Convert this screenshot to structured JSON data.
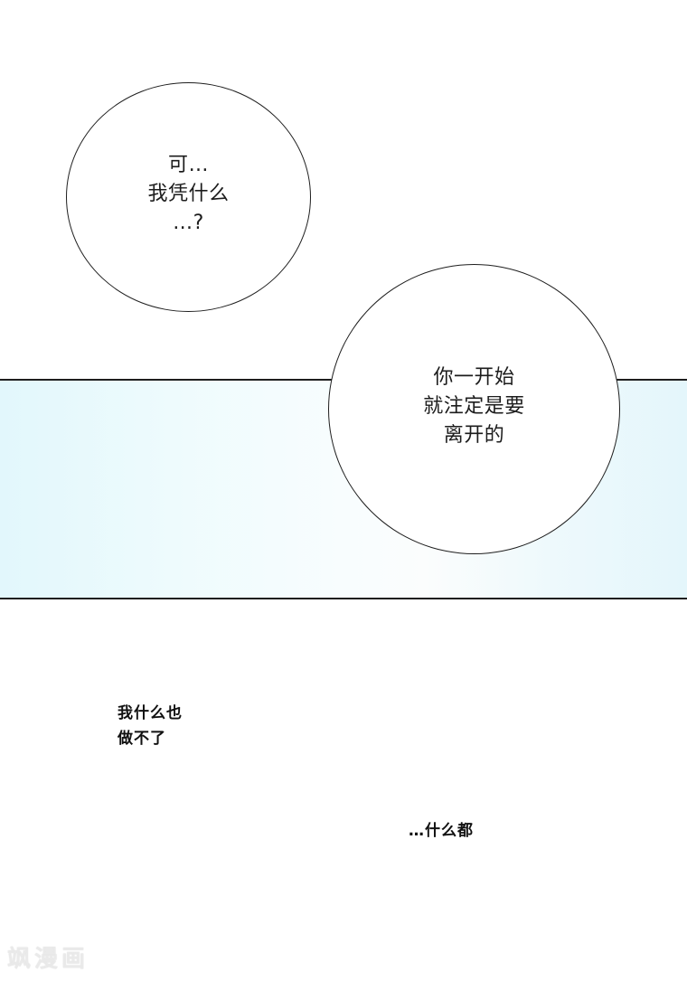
{
  "panel": {
    "background_colors": [
      "#e2f7fc",
      "#f8fdfe",
      "#e4f6fb"
    ],
    "border_color": "#1e1e1e"
  },
  "bubbles": [
    {
      "lines": [
        "可…",
        "我凭什么",
        "…?"
      ]
    },
    {
      "lines": [
        "你一开始",
        "就注定是要",
        "离开的"
      ]
    }
  ],
  "narration": [
    {
      "lines": [
        "我什么也",
        "做不了"
      ]
    },
    {
      "lines": [
        "…什么都"
      ]
    }
  ],
  "watermark": "飒漫画"
}
